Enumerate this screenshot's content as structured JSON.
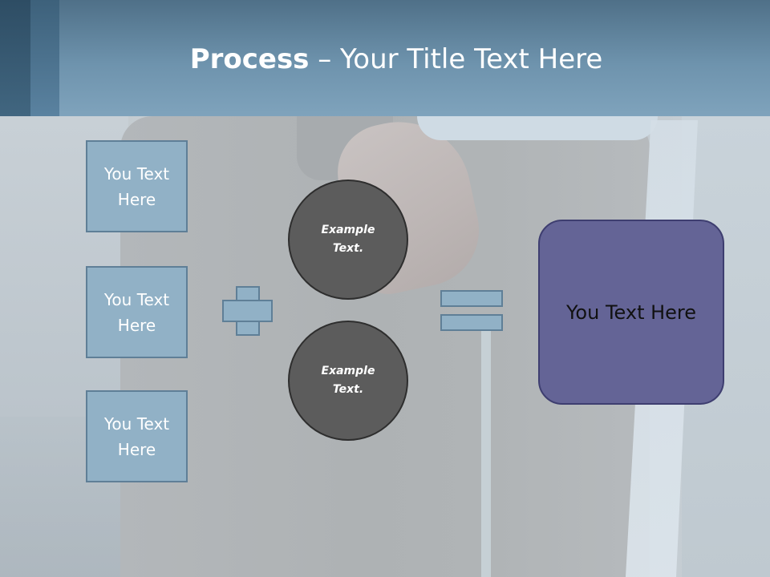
{
  "slide": {
    "title_bold": "Process",
    "title_rest": " – Your Title Text Here"
  },
  "text_boxes": [
    {
      "label": "You Text Here"
    },
    {
      "label": "You Text Here"
    },
    {
      "label": "You Text Here"
    }
  ],
  "operators": {
    "plus": "plus",
    "equals": "equals"
  },
  "circles": [
    {
      "label": "Example Text."
    },
    {
      "label": "Example Text."
    }
  ],
  "result": {
    "label": "You Text Here"
  },
  "colors": {
    "header": "#6e93ad",
    "box_fill": "#91b1c6",
    "box_border": "#5f7f97",
    "circle_fill": "#5c5c5c",
    "result_fill": "#646496"
  }
}
